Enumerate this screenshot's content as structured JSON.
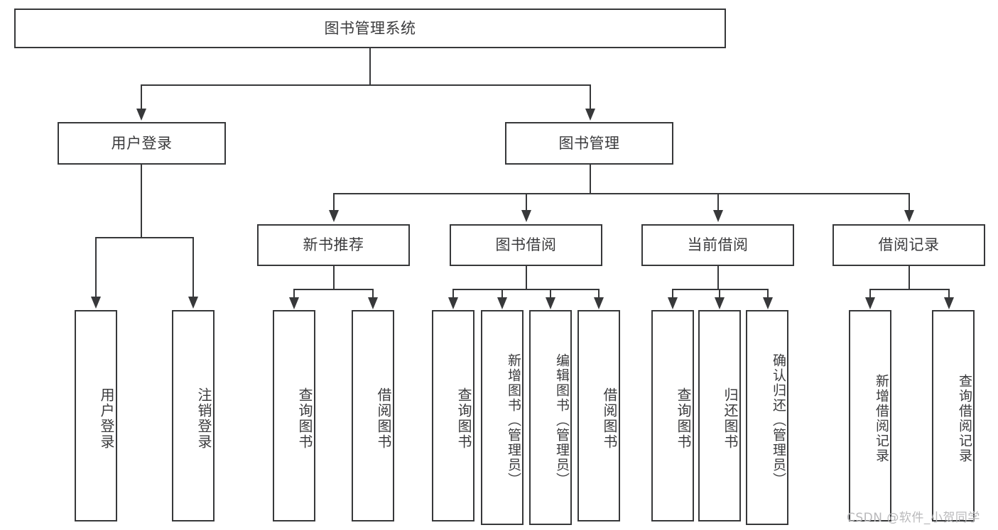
{
  "diagram": {
    "type": "tree-hierarchy-chart",
    "title": "图书管理系统",
    "root": {
      "label": "图书管理系统"
    },
    "level2": [
      {
        "id": "user-login",
        "label": "用户登录"
      },
      {
        "id": "book-management",
        "label": "图书管理"
      }
    ],
    "level3": [
      {
        "id": "new-book-recommend",
        "label": "新书推荐",
        "parent": "book-management"
      },
      {
        "id": "book-borrow",
        "label": "图书借阅",
        "parent": "book-management"
      },
      {
        "id": "current-borrow",
        "label": "当前借阅",
        "parent": "book-management"
      },
      {
        "id": "borrow-record",
        "label": "借阅记录",
        "parent": "book-management"
      }
    ],
    "leaves": {
      "user-login": [
        {
          "id": "leaf-user-login",
          "label": "用户登录"
        },
        {
          "id": "leaf-logout-login",
          "label": "注销登录"
        }
      ],
      "new-book-recommend": [
        {
          "id": "leaf-query-book-1",
          "label": "查询图书"
        },
        {
          "id": "leaf-borrow-book-1",
          "label": "借阅图书"
        }
      ],
      "book-borrow": [
        {
          "id": "leaf-query-book-2",
          "label": "查询图书"
        },
        {
          "id": "leaf-add-book-admin",
          "label": "新增图书（管理员）"
        },
        {
          "id": "leaf-edit-book-admin",
          "label": "编辑图书（管理员）"
        },
        {
          "id": "leaf-borrow-book-2",
          "label": "借阅图书"
        }
      ],
      "current-borrow": [
        {
          "id": "leaf-query-book-3",
          "label": "查询图书"
        },
        {
          "id": "leaf-return-book",
          "label": "归还图书"
        },
        {
          "id": "leaf-confirm-return-admin",
          "label": "确认归还（管理员）"
        }
      ],
      "borrow-record": [
        {
          "id": "leaf-add-borrow-record",
          "label": "新增借阅记录"
        },
        {
          "id": "leaf-query-borrow-record",
          "label": "查询借阅记录"
        }
      ]
    }
  },
  "watermark": {
    "text": "CSDN @软件_小贺同学"
  },
  "colors": {
    "stroke": "#37383a",
    "text": "#3b3b3d",
    "background": "#ffffff",
    "watermark": "#b9b9bb"
  }
}
